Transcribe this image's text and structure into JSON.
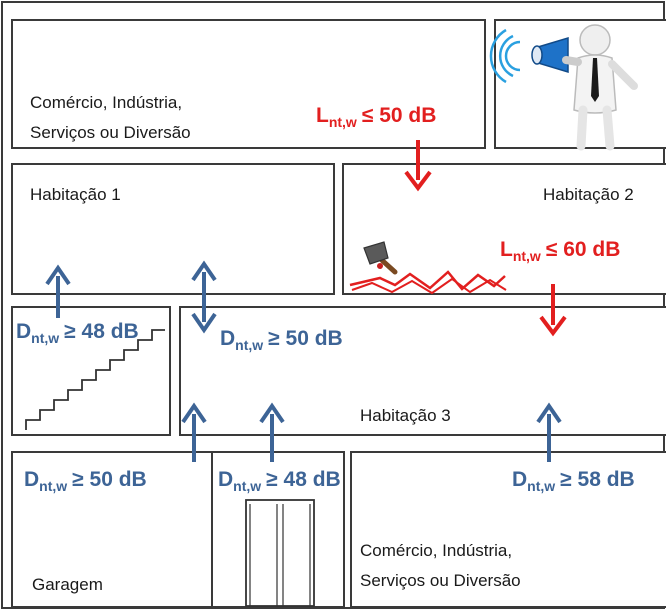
{
  "labels": {
    "commerce_top_line1": "Comércio, Indústria,",
    "commerce_top_line2": "Serviços ou Diversão",
    "habitacao1": "Habitação 1",
    "habitacao2": "Habitação 2",
    "habitacao3": "Habitação 3",
    "garagem": "Garagem",
    "commerce_bottom_line1": "Comércio, Indústria,",
    "commerce_bottom_line2": "Serviços ou Diversão"
  },
  "requirements": {
    "impact_top": {
      "base": "L",
      "sub": "nt,w",
      "value": "≤ 50 dB"
    },
    "impact_hab2": {
      "base": "L",
      "sub": "nt,w",
      "value": "≤ 60 dB"
    },
    "airborne_stairs": {
      "base": "D",
      "sub": "nt,w",
      "value": "≥ 48 dB"
    },
    "airborne_hab1_hab3": {
      "base": "D",
      "sub": "nt,w",
      "value": "≥ 50 dB"
    },
    "airborne_garage": {
      "base": "D",
      "sub": "nt,w",
      "value": "≥ 50 dB"
    },
    "airborne_lift": {
      "base": "D",
      "sub": "nt,w",
      "value": "≥ 48 dB"
    },
    "airborne_commerce": {
      "base": "D",
      "sub": "nt,w",
      "value": "≥ 58 dB"
    }
  },
  "colors": {
    "airborne": "#3d6496",
    "impact": "#e21f1f",
    "outline": "#3a3a3a"
  },
  "icons": [
    "megaphone-person-icon",
    "hammer-impact-icon",
    "stairs-icon",
    "elevator-icon"
  ]
}
